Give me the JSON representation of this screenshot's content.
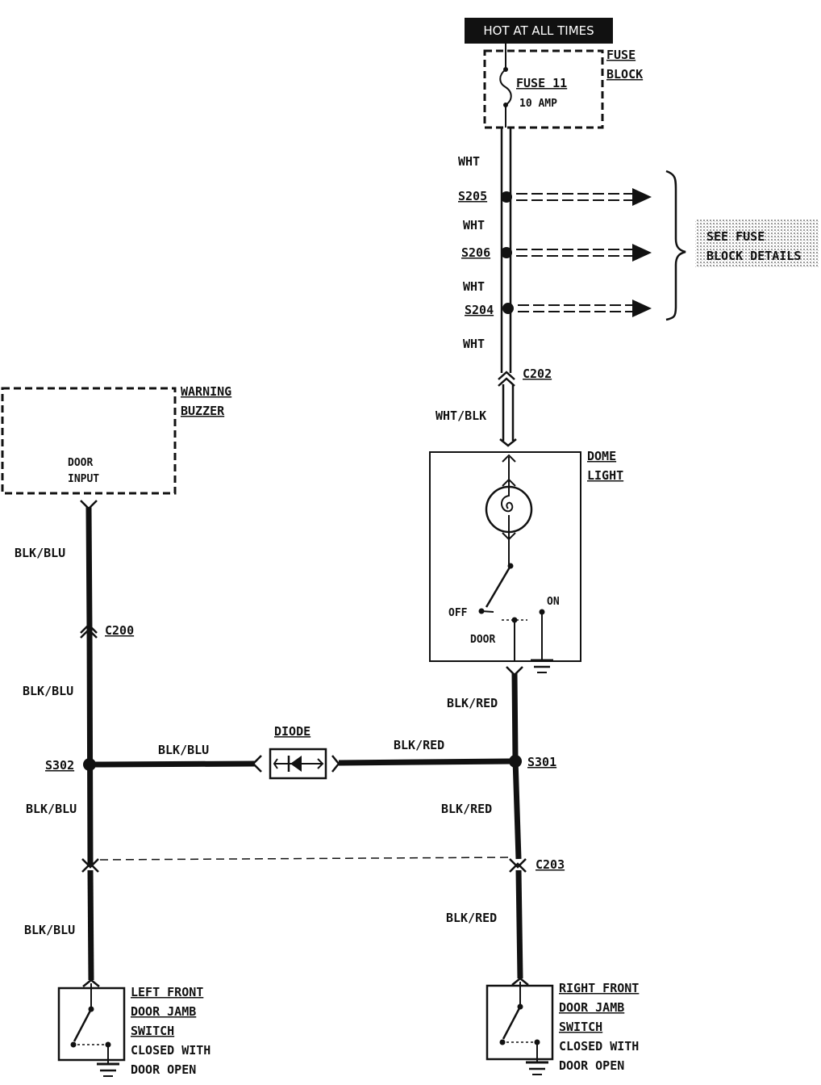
{
  "hot_label": "HOT AT ALL TIMES",
  "fuse_block": {
    "title_line1": "FUSE",
    "title_line2": "BLOCK",
    "fuse_name": "FUSE 11",
    "fuse_rating": "10 AMP"
  },
  "splices": {
    "s205": "S205",
    "s206": "S206",
    "s204": "S204",
    "s302": "S302",
    "s301": "S301"
  },
  "connectors": {
    "c202": "C202",
    "c200": "C200",
    "c203": "C203"
  },
  "wires": {
    "wht1": "WHT",
    "wht2": "WHT",
    "wht3": "WHT",
    "wht4": "WHT",
    "wht_blk": "WHT/BLK",
    "blk_blu_1": "BLK/BLU",
    "blk_blu_2": "BLK/BLU",
    "blk_blu_3": "BLK/BLU",
    "blk_blu_4": "BLK/BLU",
    "blk_blu_h": "BLK/BLU",
    "blk_red_1": "BLK/RED",
    "blk_red_2": "BLK/RED",
    "blk_red_3": "BLK/RED",
    "blk_red_h": "BLK/RED"
  },
  "see_fuse": {
    "line1": "SEE FUSE",
    "line2": "BLOCK DETAILS"
  },
  "warning_buzzer": {
    "title_line1": "WARNING",
    "title_line2": "BUZZER",
    "input_line1": "DOOR",
    "input_line2": "INPUT"
  },
  "dome_light": {
    "title_line1": "DOME",
    "title_line2": "LIGHT",
    "off": "OFF",
    "on": "ON",
    "door": "DOOR"
  },
  "diode": "DIODE",
  "left_switch": {
    "line1": "LEFT FRONT",
    "line2": "DOOR JAMB",
    "line3": "SWITCH",
    "line4": "CLOSED WITH",
    "line5": "DOOR OPEN"
  },
  "right_switch": {
    "line1": "RIGHT FRONT",
    "line2": "DOOR JAMB",
    "line3": "SWITCH",
    "line4": "CLOSED WITH",
    "line5": "DOOR OPEN"
  }
}
